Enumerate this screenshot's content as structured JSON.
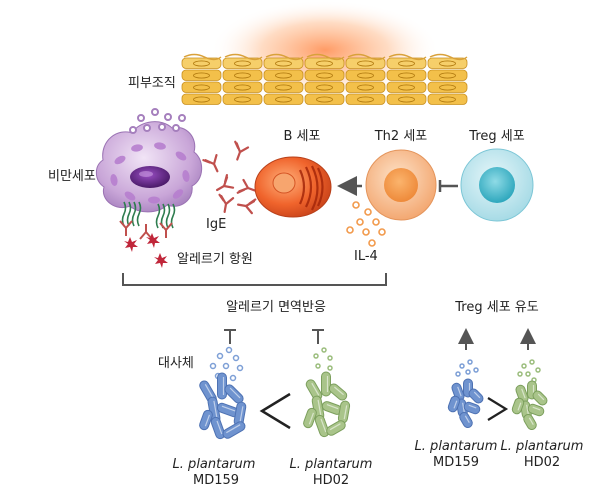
{
  "labels": {
    "skin_tissue": "피부조직",
    "mast_cell": "비만세포",
    "b_cell": "B 세포",
    "th2_cell": "Th2 세포",
    "treg_cell": "Treg 세포",
    "ige": "IgE",
    "il4": "IL-4",
    "allergen": "알레르기 항원",
    "allergy_response": "알레르기 면역반응",
    "treg_induction": "Treg 세포 유도",
    "metabolite": "대사체"
  },
  "strains": {
    "left_a_species": "L. plantarum",
    "left_a_code": "MD159",
    "left_b_species": "L. plantarum",
    "left_b_code": "HD02",
    "right_a_species": "L. plantarum",
    "right_a_code": "MD159",
    "right_b_species": "L. plantarum",
    "right_b_code": "HD02"
  },
  "colors": {
    "skin_fill": "#f2c14a",
    "skin_glow": "#ff8a3d",
    "mast_cell": "#c9a6d8",
    "mast_nucleus": "#6a2c8c",
    "b_cell": "#f0642c",
    "th2_cell": "#f7b784",
    "treg_cell": "#5cc3d2",
    "antibody": "#c0504d",
    "allergen": "#c0263a",
    "receptor": "#2e7d4f",
    "bacteria_blue": "#6f93cf",
    "bacteria_green": "#a9c48a",
    "arrow": "#555555"
  }
}
